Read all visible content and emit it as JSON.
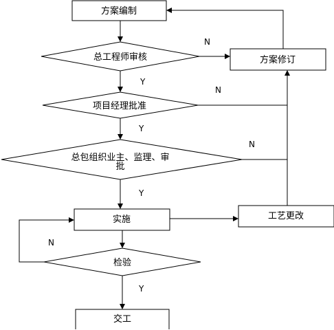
{
  "nodes": {
    "plan_compile": "方案编制",
    "chief_engineer_review": "总工程师审核",
    "plan_revision": "方案修订",
    "project_manager_approval": "项目经理批准",
    "general_contract_review_line1": "总包组织业主、监理、审",
    "general_contract_review_line2": "批",
    "implementation": "实施",
    "process_change": "工艺更改",
    "inspection": "检验",
    "handover": "交工"
  },
  "edge_labels": {
    "review_no": "N",
    "review_yes": "Y",
    "approval_no": "N",
    "approval_yes": "Y",
    "contract_no": "N",
    "contract_yes": "Y",
    "inspection_no": "N",
    "inspection_yes": "Y"
  }
}
